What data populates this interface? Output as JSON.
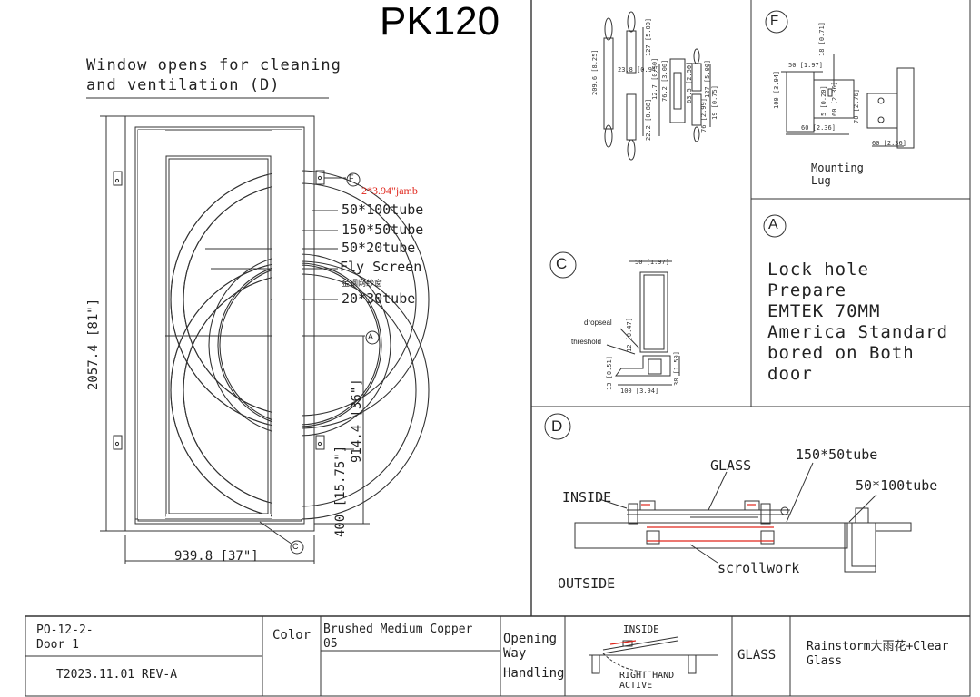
{
  "title": "PK120",
  "elevation": {
    "note_line1": "Window opens for cleaning",
    "note_line2": "and ventilation (D)",
    "labels": {
      "jamb": "2*3.94\"jamb",
      "tube_50x100": "50*100tube",
      "tube_150x50": "150*50tube",
      "tube_50x20": "50*20tube",
      "fly_screen": "Fly Screen",
      "fly_screen_cn": "金钢网纱窗",
      "tube_20x30": "20*30tube"
    },
    "dims": {
      "height": "2057.4 [81\"]",
      "handle_height": "914.4 [36\"]",
      "bottom_rail": "400 [15.75\"]",
      "width": "939.8 [37\"]"
    },
    "markers": {
      "f": "F",
      "a": "A",
      "c": "C"
    }
  },
  "hinge_detail": {
    "dims": [
      "209.6 [8.25]",
      "23.8 [0.94]",
      "127 [5.00]",
      "12.7 [0.50]",
      "22.2 [0.88]",
      "76.2 [3.00]",
      "63.5 [2.50]",
      "127 [5.00]",
      "76 [2.99]",
      "19 [0.75]"
    ]
  },
  "lug_detail": {
    "marker": "F",
    "caption_line1": "Mounting",
    "caption_line2": "Lug",
    "dims": [
      "50 [1.97]",
      "18 [0.71]",
      "100 [3.94]",
      "60 [2.36]",
      "5 [0.20]",
      "60 [2.36]",
      "70 [2.76]",
      "60 [2.36]"
    ]
  },
  "lock_detail": {
    "marker": "A",
    "lines": [
      "Lock hole",
      "Prepare",
      "EMTEK 70MM",
      "America Standard",
      "bored on Both",
      "door"
    ]
  },
  "threshold_detail": {
    "marker": "C",
    "labels": {
      "dropseal": "dropseal",
      "threshold": "threshold"
    },
    "dims": [
      "50 [1.97]",
      "12 [0.47]",
      "13 [0.51]",
      "38 [1.50]",
      "100 [3.94]"
    ]
  },
  "section_detail": {
    "marker": "D",
    "labels": {
      "glass": "GLASS",
      "tube_150x50": "150*50tube",
      "tube_50x100": "50*100tube",
      "inside": "INSIDE",
      "outside": "OUTSIDE",
      "scrollwork": "scrollwork"
    }
  },
  "title_block": {
    "po": "PO-12-2-",
    "door": "Door 1",
    "revision": "T2023.11.01 REV-A",
    "color_label": "Color",
    "color_value_line1": "Brushed Medium Copper",
    "color_value_line2": "05",
    "opening_line1": "Opening",
    "opening_line2": "Way",
    "opening_line3": "Handling",
    "handing_inside": "INSIDE",
    "handing_line1": "RIGHT HAND",
    "handing_line2": "ACTIVE",
    "glass_label": "GLASS",
    "glass_line1": "Rainstorm大雨花+Clear",
    "glass_line2": "Glass"
  },
  "colors": {
    "ink": "#222222",
    "accent_red": "#e0261c",
    "line": "#333333"
  }
}
